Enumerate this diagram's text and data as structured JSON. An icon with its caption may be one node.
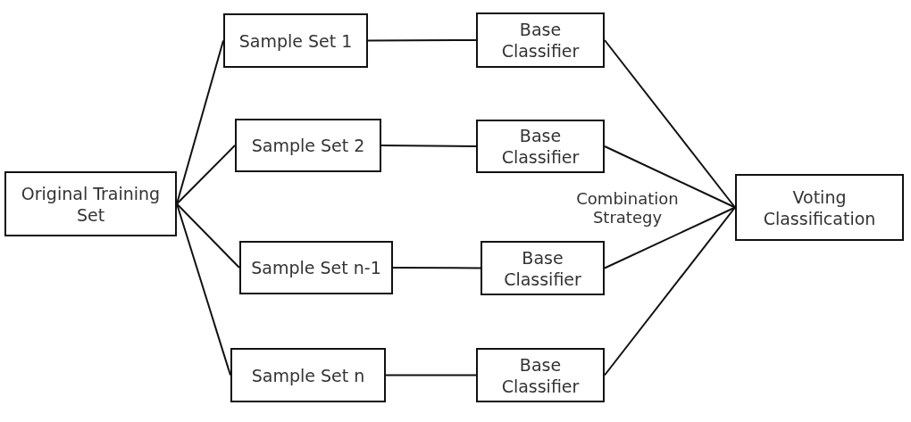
{
  "diagram": {
    "nodes": [
      {
        "text": [
          "Original Training Set"
        ]
      },
      {
        "text": [
          "Sample Set 1"
        ]
      },
      {
        "text": [
          "Sample Set 2"
        ]
      },
      {
        "text": [
          "Sample Set n-1"
        ]
      },
      {
        "text": [
          "Sample Set n"
        ]
      },
      {
        "text": [
          "Base Classifier"
        ]
      },
      {
        "text": [
          "Base Classifier"
        ]
      },
      {
        "text": [
          "Base Classifier"
        ]
      },
      {
        "text": [
          "Base Classifier"
        ]
      },
      {
        "text": [
          "Voting Classification"
        ]
      }
    ],
    "edges": [
      {
        "from": 0,
        "to": 1,
        "arrow": "none"
      },
      {
        "from": 0,
        "to": 2,
        "arrow": "none"
      },
      {
        "from": 0,
        "to": 3,
        "arrow": "none"
      },
      {
        "from": 0,
        "to": 4,
        "arrow": "none"
      },
      {
        "from": 1,
        "to": 5,
        "arrow": "none"
      },
      {
        "from": 2,
        "to": 6,
        "arrow": "none"
      },
      {
        "from": 3,
        "to": 7,
        "arrow": "none"
      },
      {
        "from": 4,
        "to": 8,
        "arrow": "none"
      },
      {
        "from": 5,
        "to": 9,
        "arrow": "none"
      },
      {
        "from": 6,
        "to": 9,
        "arrow": "none"
      },
      {
        "from": 7,
        "to": 9,
        "arrow": "none"
      },
      {
        "from": 8,
        "to": 9,
        "arrow": "none"
      }
    ],
    "labels": [
      "Combination Strategy"
    ]
  }
}
